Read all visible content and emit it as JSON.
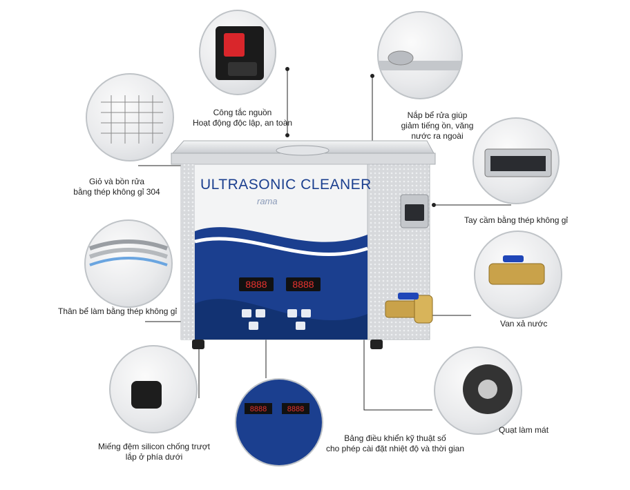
{
  "device": {
    "title": "ULTRASONIC CLEANER",
    "brand": "rama"
  },
  "callouts": {
    "power_switch": [
      "Công tắc nguồn",
      "Hoạt động độc lập, an toàn"
    ],
    "lid": [
      "Nắp bể rửa giúp",
      "giảm tiếng ồn, văng",
      "nước ra ngoài"
    ],
    "basket": [
      "Giỏ và bồn rửa",
      "bằng thép không gỉ 304"
    ],
    "handle": [
      "Tay cầm bằng thép không gỉ"
    ],
    "body": [
      "Thân bể làm bằng thép không gỉ"
    ],
    "valve": [
      "Van xả nước"
    ],
    "feet": [
      "Miếng đệm silicon chống trượt",
      "lắp ở phía dưới"
    ],
    "panel": [
      "Bảng điều khiển kỹ thuật số",
      "cho phép cài đặt nhiệt độ và thời gian"
    ],
    "fan": [
      "Quạt làm mát"
    ]
  },
  "colors": {
    "panel_blue": "#1b3f8f",
    "switch_red": "#d9262b",
    "brass": "#c9a24a",
    "led_red": "#e8332f",
    "leader": "#222222"
  }
}
